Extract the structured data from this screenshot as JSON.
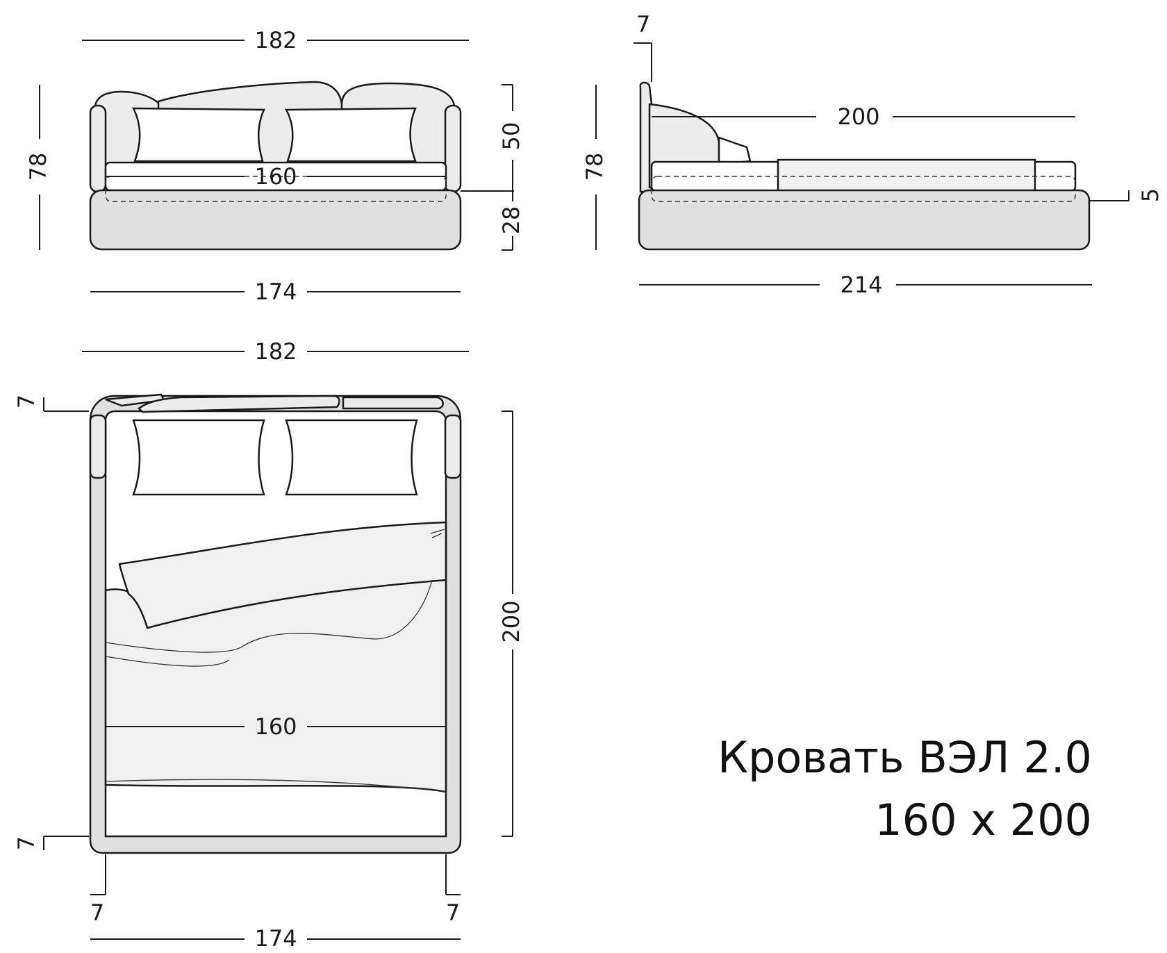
{
  "title": {
    "line1": "Кровать ВЭЛ 2.0",
    "line2": "160 x 200"
  },
  "colors": {
    "line": "#1a1a1a",
    "upholstery": "#e0e0e0",
    "headboard": "#ececec",
    "blanket": "#f0f0f0",
    "pillow": "#ffffff"
  },
  "front_view": {
    "overall_width": "182",
    "height": "78",
    "mattress_width": "160",
    "headboard_height": "50",
    "base_height": "28",
    "base_width": "174"
  },
  "side_view": {
    "headboard_thickness": "7",
    "mattress_length": "200",
    "height": "78",
    "mattress_offset": "5",
    "overall_length": "214"
  },
  "top_view": {
    "overall_width": "182",
    "top_edge": "7",
    "length": "200",
    "mattress_width": "160",
    "bottom_edge": "7",
    "left_edge": "7",
    "right_edge": "7",
    "base_width": "174"
  }
}
